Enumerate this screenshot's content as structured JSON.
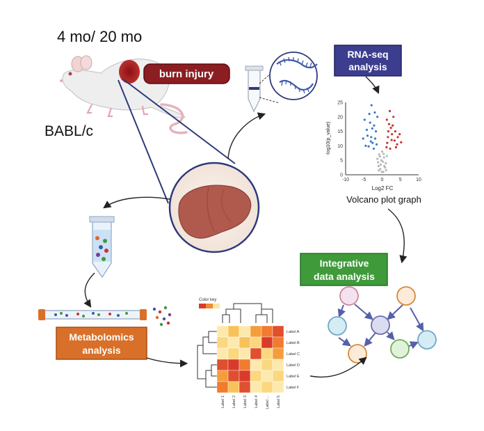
{
  "figure": {
    "age_label": "4 mo/ 20 mo",
    "strain_label": "BABL/c",
    "burn_label": "burn injury",
    "rnaseq": {
      "line1": "RNA-seq",
      "line2": "analysis"
    },
    "integrative": {
      "line1": "Integrative",
      "line2": "data analysis"
    },
    "metabolomics": {
      "line1": "Metabolomics",
      "line2": "analysis"
    },
    "volcano_caption": "Volcano plot graph",
    "heatmap": {
      "color_key": "Color key",
      "row_labels": [
        "Label A",
        "Label B",
        "Label C",
        "Label D",
        "Label E",
        "Label F"
      ],
      "col_labels": [
        "Label 1",
        "Label 2",
        "Label 3",
        "Label 4",
        "Label ...",
        "Label 5"
      ]
    },
    "colors": {
      "burn_box": "#8b1e22",
      "rnaseq_box": "#3d3d8f",
      "integrative_box": "#3f9a3a",
      "metabolomics_box": "#d9702a",
      "lens_outline": "#2e3a7a"
    }
  },
  "chart_data": {
    "type": "scatter",
    "title": "",
    "xlabel": "Log2 FC",
    "ylabel": "-log10(p_value)",
    "xlim": [
      -10,
      10
    ],
    "ylim": [
      0,
      25
    ],
    "x_ticks": [
      "-10",
      "-5",
      "0",
      "5",
      "10"
    ],
    "y_ticks": [
      "0",
      "5",
      "10",
      "15",
      "20",
      "25"
    ],
    "series": [
      {
        "color": "#3a7bc8",
        "points": [
          [
            -4.8,
            19
          ],
          [
            -3.5,
            21
          ],
          [
            -2.9,
            24
          ],
          [
            -2.2,
            17
          ],
          [
            -4.2,
            15.5
          ],
          [
            -3,
            13
          ],
          [
            -2.6,
            11
          ],
          [
            -5.2,
            12.5
          ],
          [
            -1.7,
            15
          ],
          [
            -1.3,
            20
          ],
          [
            -3.7,
            9.8
          ],
          [
            -2.3,
            9
          ],
          [
            -4.5,
            10
          ],
          [
            -1.9,
            12.5
          ],
          [
            -2.7,
            16
          ],
          [
            -3.3,
            18
          ],
          [
            -1.5,
            10.5
          ],
          [
            -4,
            13.5
          ],
          [
            -2,
            21.5
          ],
          [
            -3.1,
            11.5
          ]
        ]
      },
      {
        "color": "#c8332d",
        "points": [
          [
            1.3,
            19
          ],
          [
            2.1,
            22
          ],
          [
            2.9,
            17
          ],
          [
            3.6,
            15
          ],
          [
            4.3,
            13
          ],
          [
            1.7,
            15
          ],
          [
            2.6,
            12
          ],
          [
            3.8,
            9.5
          ],
          [
            1.4,
            11
          ],
          [
            4.8,
            14
          ],
          [
            2.2,
            9
          ],
          [
            3.1,
            20
          ],
          [
            1.9,
            17.5
          ],
          [
            4.1,
            10.5
          ],
          [
            2.7,
            14
          ],
          [
            1.6,
            13
          ],
          [
            3.4,
            11.8
          ],
          [
            2.4,
            16.2
          ],
          [
            5.2,
            11.2
          ],
          [
            1.2,
            9.5
          ]
        ]
      },
      {
        "color": "#b8b8b8",
        "points": [
          [
            -0.5,
            2
          ],
          [
            0.3,
            1
          ],
          [
            -1,
            3
          ],
          [
            0.8,
            2.5
          ],
          [
            -0.2,
            5
          ],
          [
            0.5,
            6
          ],
          [
            -0.8,
            7
          ],
          [
            1,
            4
          ],
          [
            -1.3,
            5.5
          ],
          [
            1.3,
            6.5
          ],
          [
            0,
            8
          ],
          [
            -0.4,
            3.5
          ],
          [
            0.6,
            3
          ],
          [
            -0.9,
            1.5
          ],
          [
            0.2,
            4.5
          ],
          [
            -0.1,
            1
          ],
          [
            1.1,
            1.6
          ],
          [
            -1.1,
            4.3
          ],
          [
            0.4,
            7.2
          ],
          [
            -0.6,
            6.3
          ]
        ]
      }
    ]
  }
}
